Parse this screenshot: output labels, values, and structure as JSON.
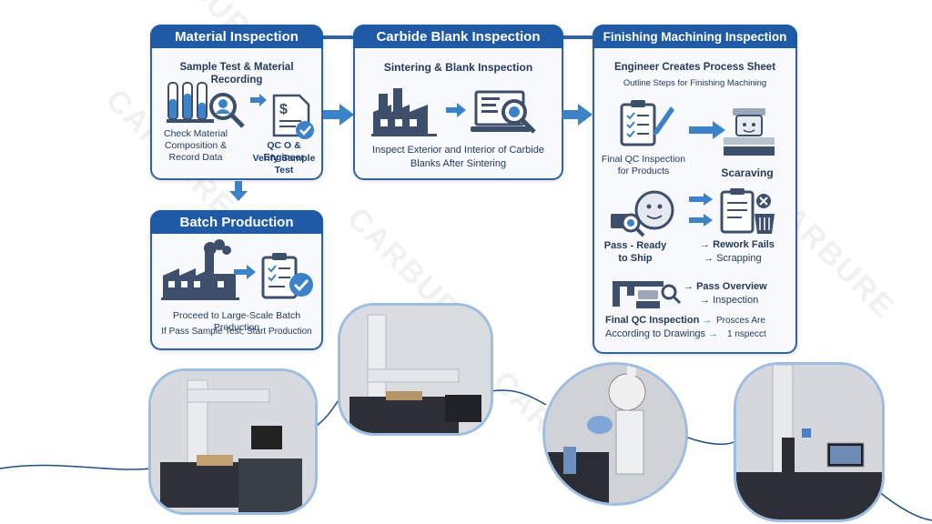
{
  "watermark": "CARBURE",
  "colors": {
    "header": "#1f5aa6",
    "border": "#2f63a8",
    "arrow": "#3b82c8",
    "icon_dark": "#3d4f6b"
  },
  "material": {
    "title": "Material Inspection",
    "subtitle": "Sample Test & Material Recording",
    "left_caption": "Check Material Composition & Record Data",
    "right_caption_1": "QC O & Engineer",
    "right_caption_2": "Verify Sample Test"
  },
  "carbide": {
    "title": "Carbide Blank Inspection",
    "subtitle": "Sintering & Blank Inspection",
    "caption_1": "Inspect Exterior and Interior of Carbide",
    "caption_2": "Blanks After Sintering"
  },
  "finishing": {
    "title": "Finishing Machining Inspection",
    "subtitle": "Engineer Creates Process Sheet",
    "subsubtitle": "Outline Steps for Finishing Machining",
    "qc_caption": "Final QC Inspection for Products",
    "scaraving": "Scaraving",
    "pass_ready": "Pass - Ready to Ship",
    "rework_1": "Rework Fails",
    "rework_2": "Scrapping",
    "pass_overview_1": "Pass Overview",
    "pass_overview_2": "Inspection",
    "final_qc": "Final QC Inspection",
    "according": "According to Drawings",
    "prosces": "Prosces Are",
    "nspecct": "1 nspecct"
  },
  "batch": {
    "title": "Batch Production",
    "caption_1": "Proceed to Large-Scale Batch Production",
    "caption_2": "If Pass Sample Test, Start Production"
  }
}
